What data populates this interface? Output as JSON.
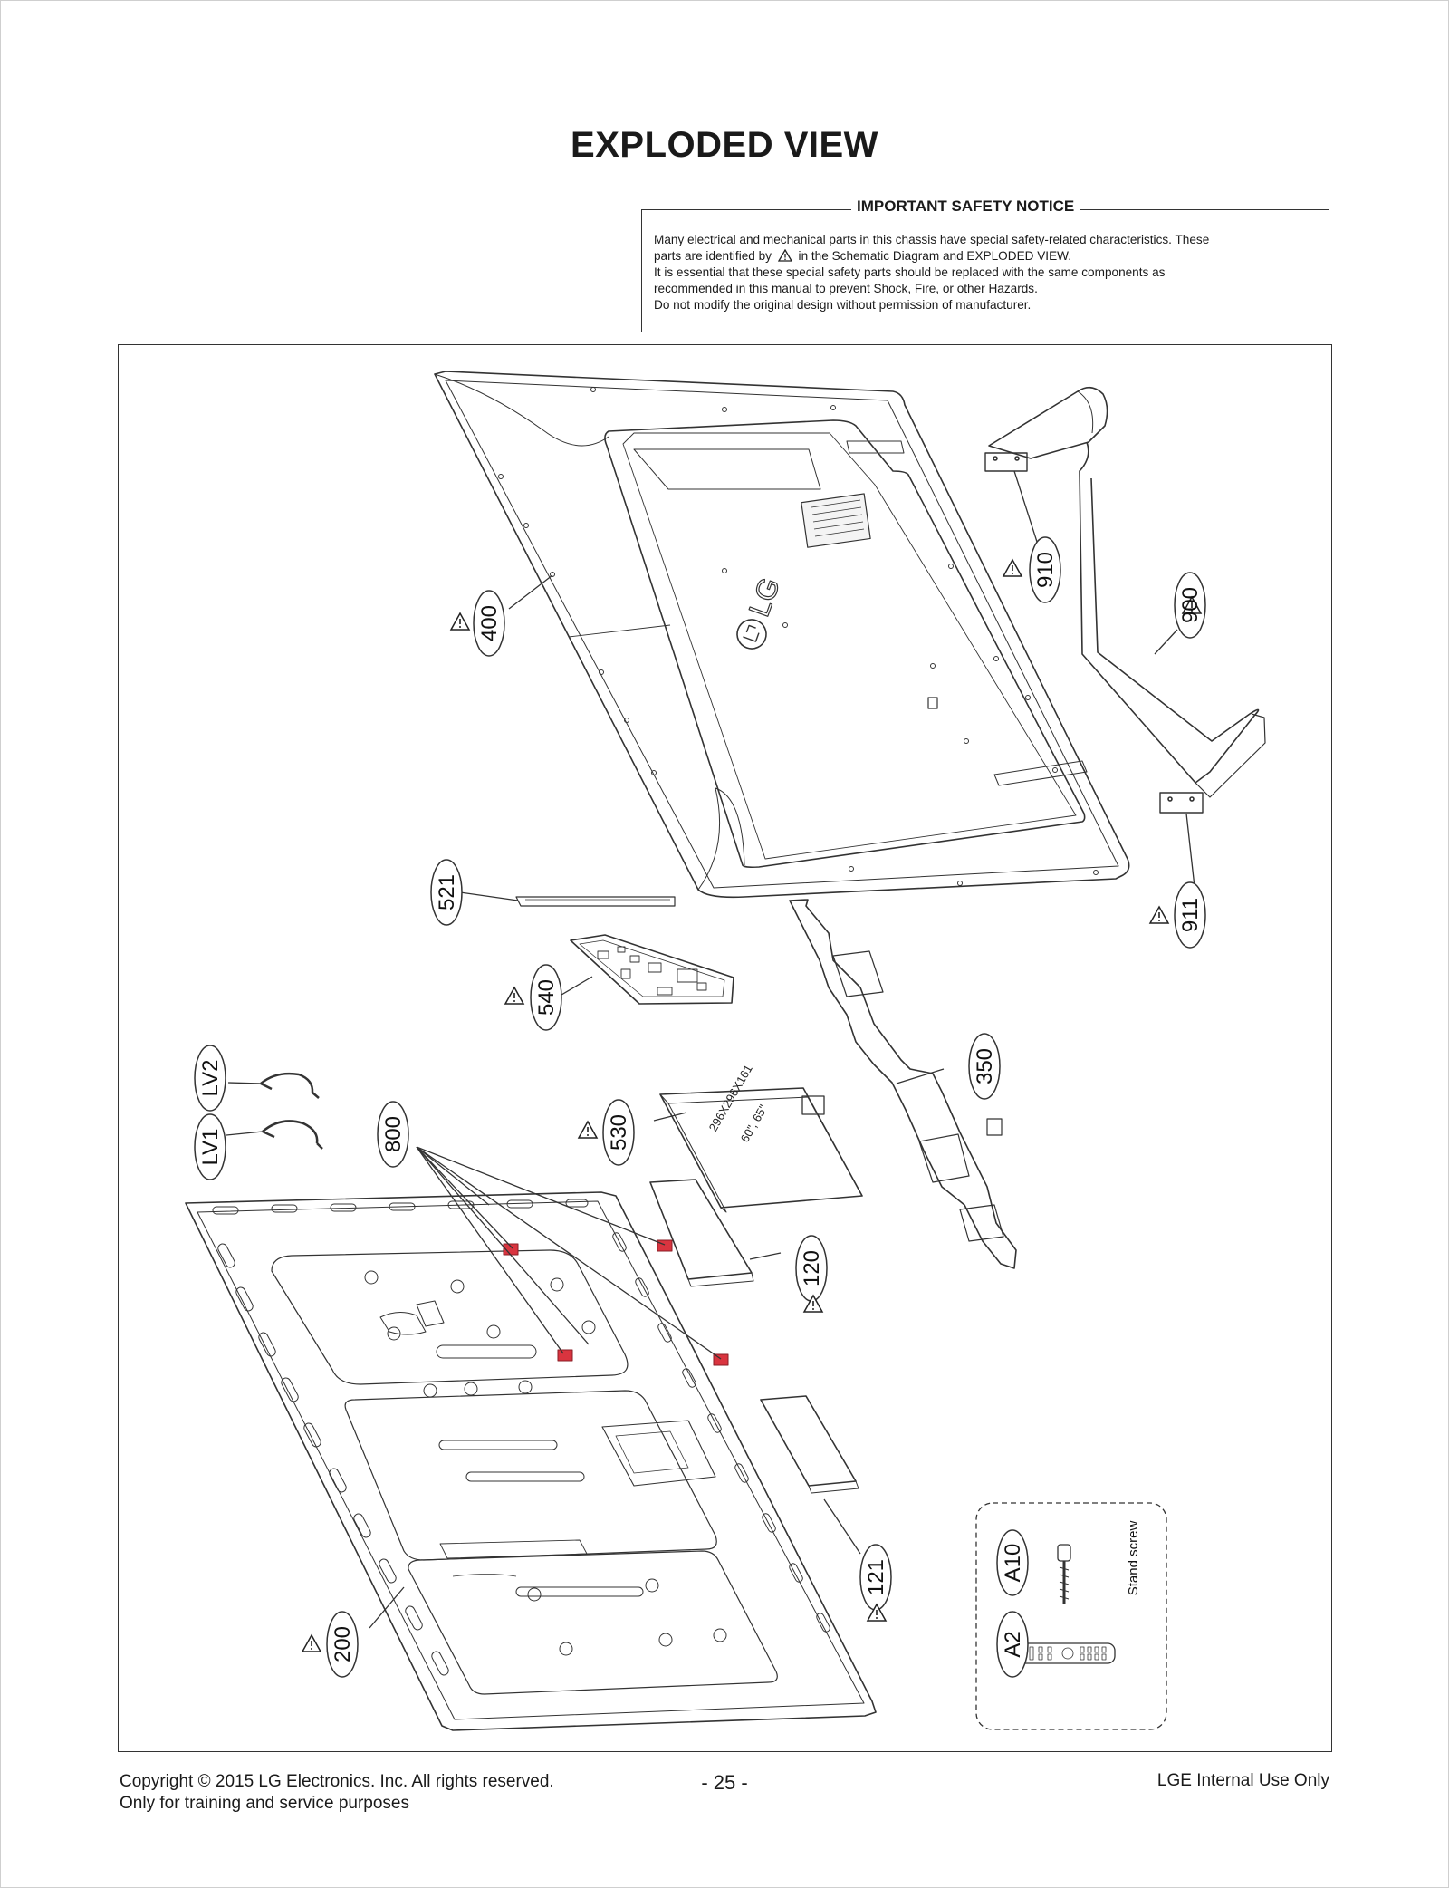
{
  "page_title": "EXPLODED VIEW",
  "safety_notice": {
    "title": "IMPORTANT SAFETY NOTICE",
    "line1": "Many electrical and mechanical parts in this chassis have special safety-related characteristics. These",
    "line2_pre": "parts are identified by",
    "line2_post": "in the Schematic Diagram and EXPLODED VIEW.",
    "line3": "It is essential that these special safety parts should be replaced with the same components as",
    "line4": "recommended in this manual to prevent Shock, Fire, or other Hazards.",
    "line5": "Do not modify the original design without permission of manufacturer."
  },
  "callouts": {
    "c400": "400",
    "c910": "910",
    "c900": "900",
    "c911": "911",
    "c521": "521",
    "c540": "540",
    "c350": "350",
    "c530": "530",
    "c120": "120",
    "c121": "121",
    "c800": "800",
    "c200": "200",
    "cLV1": "LV1",
    "cLV2": "LV2",
    "cA10": "A10",
    "cA2": "A2"
  },
  "back_cover_logo": "LG",
  "box_label": "296X296X161",
  "box_label2": "60\", 65\"",
  "inset": {
    "stand_screw_label": "Stand screw"
  },
  "footer": {
    "copyright": "Copyright  © 2015 LG Electronics. Inc. All rights reserved.",
    "training": "Only for training and service purposes",
    "page_number": "- 25 -",
    "internal": "LGE Internal Use Only"
  },
  "colors": {
    "line": "#333333",
    "highlight_red": "#d9343f"
  }
}
